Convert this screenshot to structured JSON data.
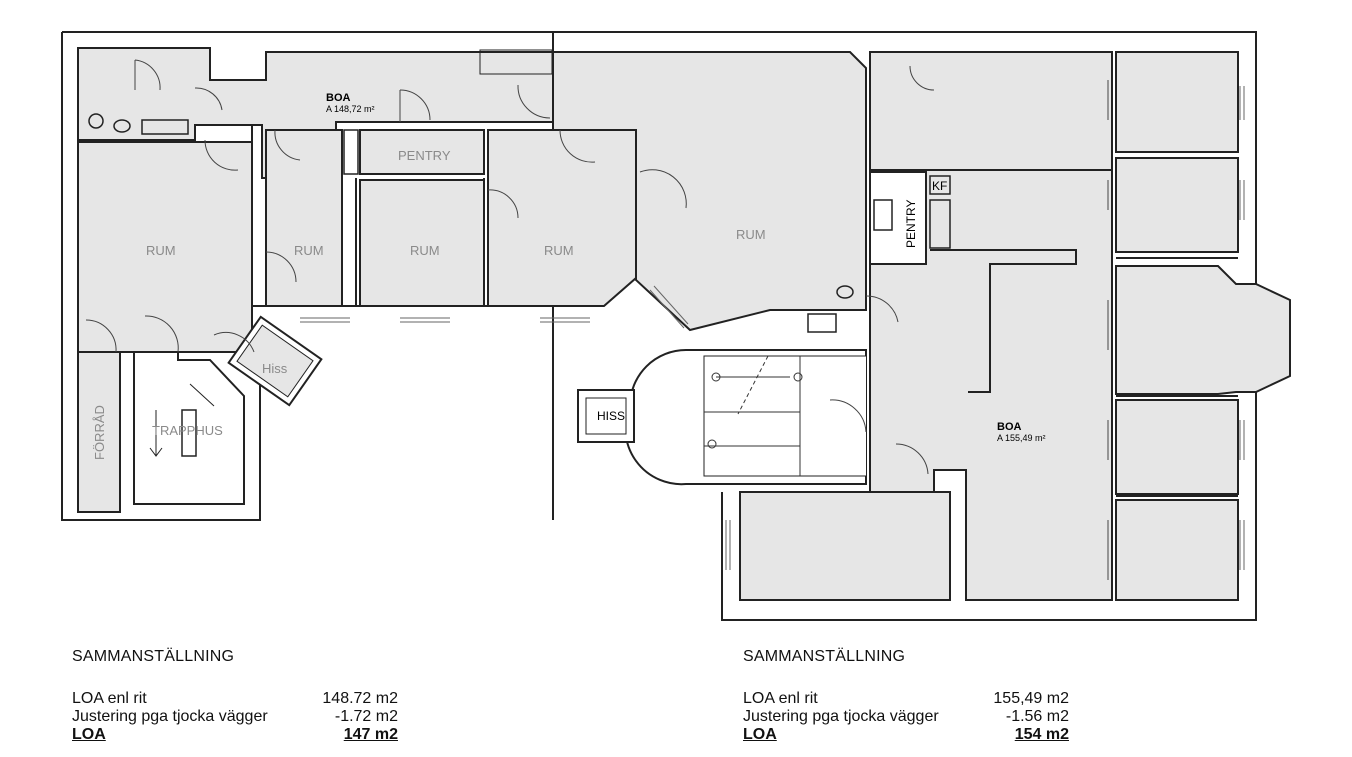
{
  "plan_left": {
    "boa_title": "BOA",
    "boa_area": "A 148,72 m²",
    "rooms": [
      "RUM",
      "RUM",
      "RUM",
      "RUM",
      "RUM"
    ],
    "pentry": "PENTRY",
    "hiss": "Hiss",
    "trapphus": "TRAPPHUS",
    "forrad": "FÖRRÅD"
  },
  "plan_right": {
    "boa_title": "BOA",
    "boa_area": "A 155,49 m²",
    "pentry": "PENTRY",
    "kf": "KF",
    "hiss": "HISS"
  },
  "summary_left": {
    "title": "SAMMANSTÄLLNING",
    "rows": [
      {
        "label": "LOA enl rit",
        "value": "148.72 m2"
      },
      {
        "label": "Justering pga tjocka vägger",
        "value": "-1.72 m2"
      }
    ],
    "total": {
      "label": "LOA",
      "value": "147 m2"
    }
  },
  "summary_right": {
    "title": "SAMMANSTÄLLNING",
    "rows": [
      {
        "label": "LOA enl rit",
        "value": "155,49 m2"
      },
      {
        "label": "Justering pga tjocka vägger",
        "value": "-1.56 m2"
      }
    ],
    "total": {
      "label": "LOA",
      "value": "154 m2"
    }
  }
}
